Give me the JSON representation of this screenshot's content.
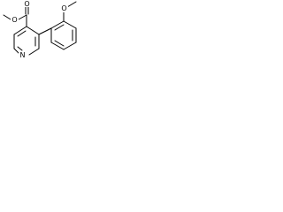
{
  "molecule": {
    "atoms": {
      "carbonyl_oxygen": "O",
      "ester_oxygen": "O",
      "ether_oxygen": "O",
      "ring_nitrogen": "N"
    }
  }
}
